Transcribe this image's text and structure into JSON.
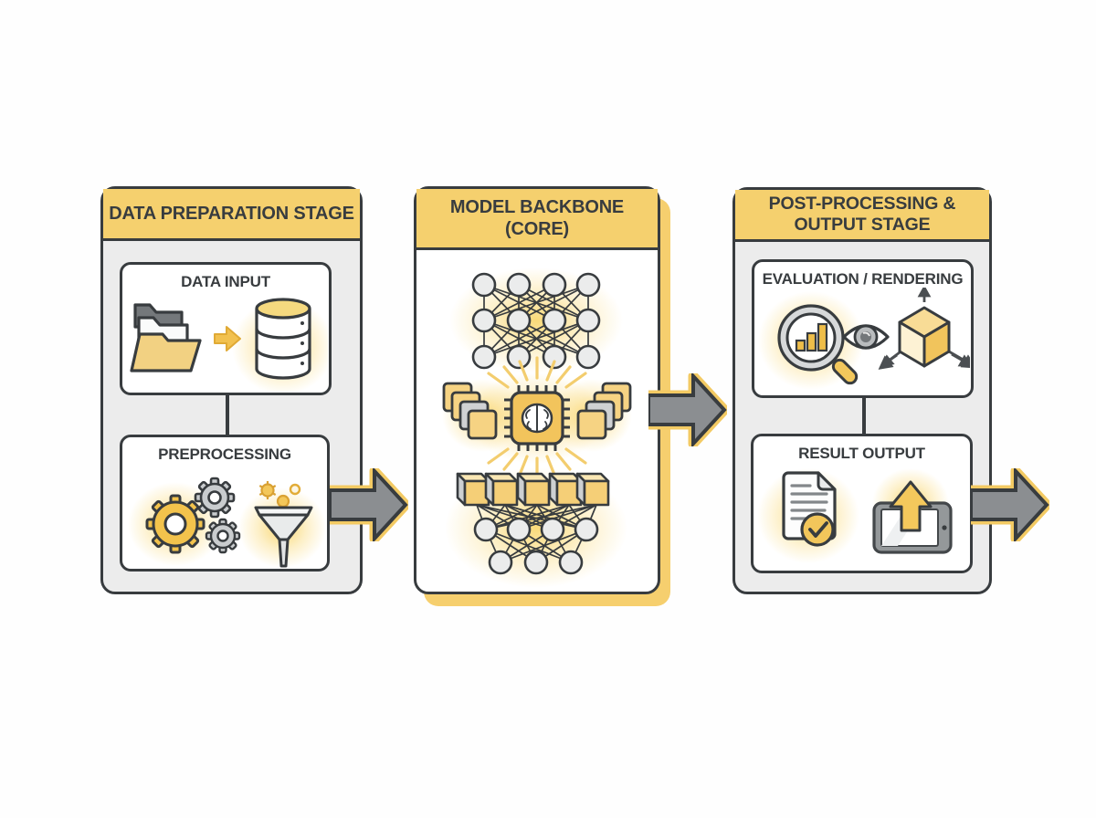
{
  "colors": {
    "header_yellow": "#f5d06e",
    "panel_gray": "#ececec",
    "outline_dark": "#383c3f",
    "arrow_gray": "#8b8e91",
    "arrow_outline_yellow": "#f3ca63",
    "accent_yellow": "#f2c45c",
    "glow_yellow": "#f8d35c"
  },
  "stages": [
    {
      "id": "data-preparation",
      "title": "DATA PREPARATION STAGE",
      "boxes": [
        {
          "label": "DATA INPUT",
          "icons": [
            "folder-stack-icon",
            "transfer-arrow-icon",
            "database-icon"
          ]
        },
        {
          "label": "PREPROCESSING",
          "icons": [
            "gear-large-icon",
            "gear-small-icons",
            "funnel-icon"
          ]
        }
      ]
    },
    {
      "id": "model-backbone",
      "title": "MODEL BACKBONE\n(CORE)",
      "graphics": [
        "neural-network-top",
        "feature-stack-left-icon",
        "ai-chip-brain-icon",
        "feature-stack-right-icon",
        "layer-cubes-icon",
        "neural-network-bottom"
      ]
    },
    {
      "id": "post-processing-output",
      "title": "POST-PROCESSING &\nOUTPUT STAGE",
      "boxes": [
        {
          "label": "EVALUATION / RENDERING",
          "icons": [
            "magnifier-chart-icon",
            "eye-icon",
            "cube-axes-icon"
          ]
        },
        {
          "label": "RESULT OUTPUT",
          "icons": [
            "document-check-icon",
            "tablet-upload-icon"
          ]
        }
      ]
    }
  ],
  "arrows": [
    "flow-arrow-prep-to-model",
    "flow-arrow-model-to-output",
    "flow-arrow-final-output"
  ]
}
